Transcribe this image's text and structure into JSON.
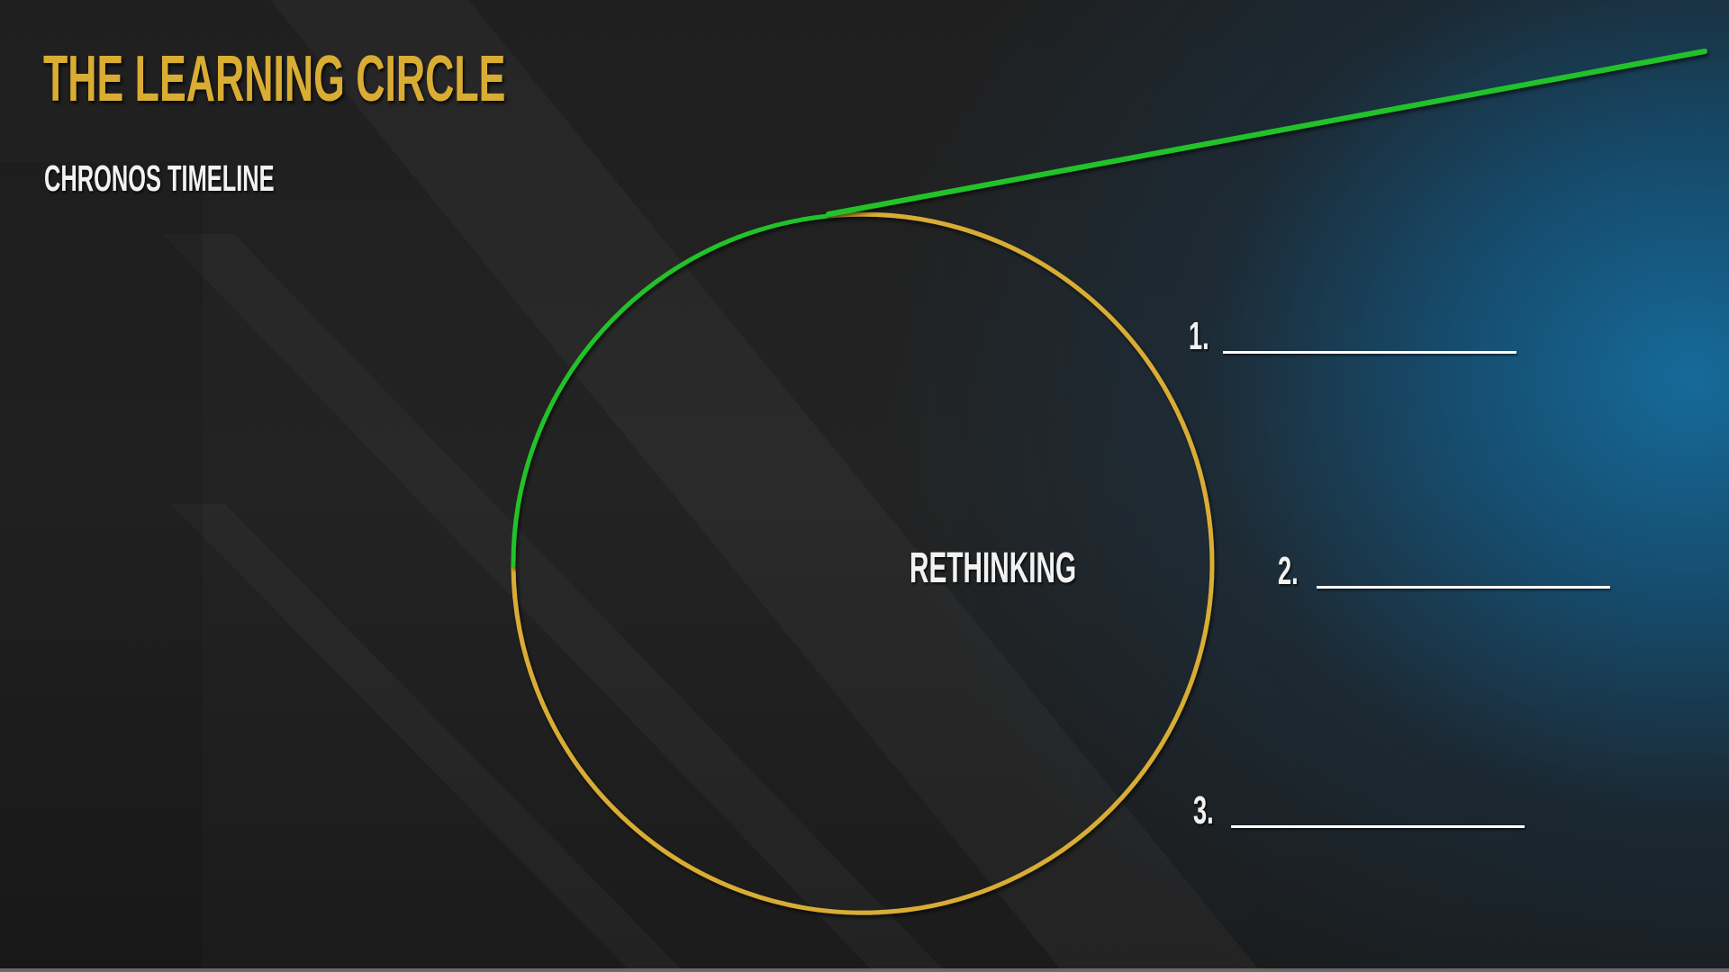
{
  "slide": {
    "title": "THE LEARNING CIRCLE",
    "subtitle": "CHRONOS TIMELINE"
  },
  "diagram": {
    "center_label": "RETHINKING",
    "items": [
      {
        "number": "1."
      },
      {
        "number": "2."
      },
      {
        "number": "3."
      }
    ]
  },
  "colors": {
    "gold": "#d9ad34",
    "green": "#22c22a",
    "white": "#f2f2f2",
    "background_dark": "#1f1f1f",
    "background_blue": "#166ea0"
  }
}
